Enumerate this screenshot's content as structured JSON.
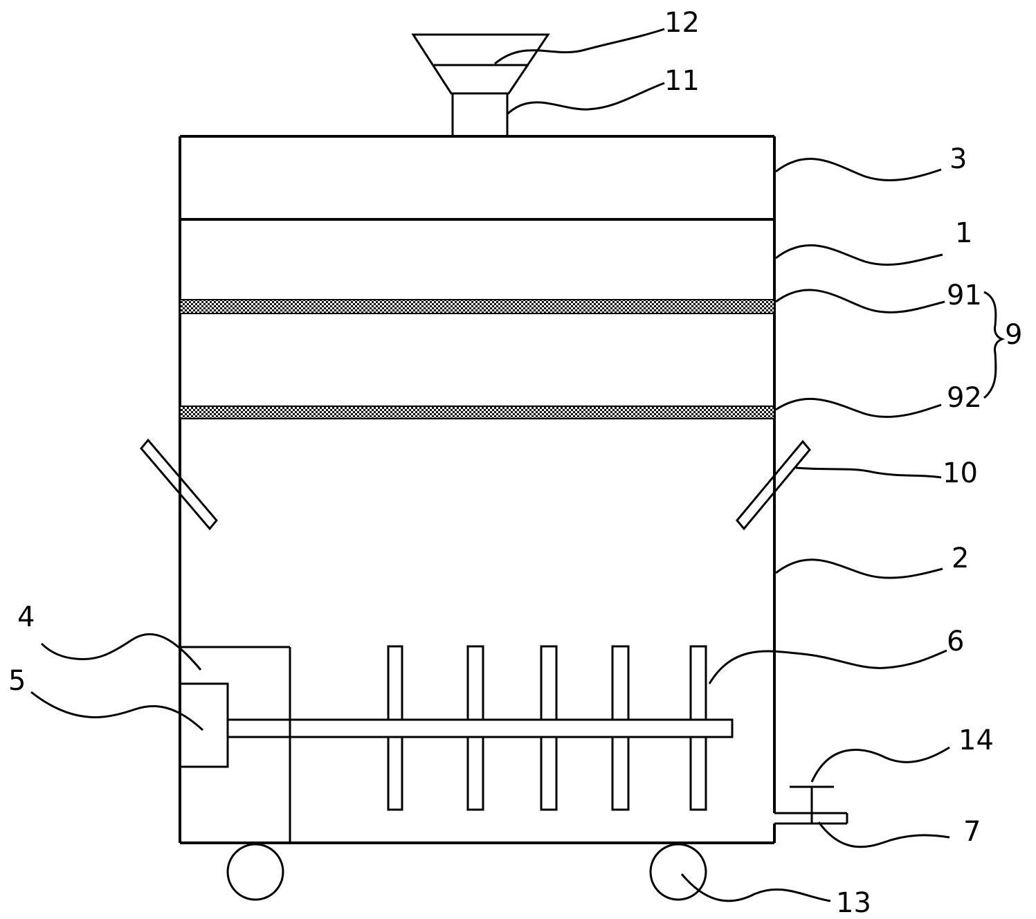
{
  "labels": {
    "hopper": "12",
    "feed_pipe": "11",
    "top_section": "3",
    "upper_tank": "1",
    "screen_upper": "91",
    "screen_group": "9",
    "screen_lower": "92",
    "baffle": "10",
    "lower_tank": "2",
    "motor_box": "4",
    "motor": "5",
    "stirring_blade": "6",
    "valve": "14",
    "outlet_pipe": "7",
    "wheel": "13"
  }
}
